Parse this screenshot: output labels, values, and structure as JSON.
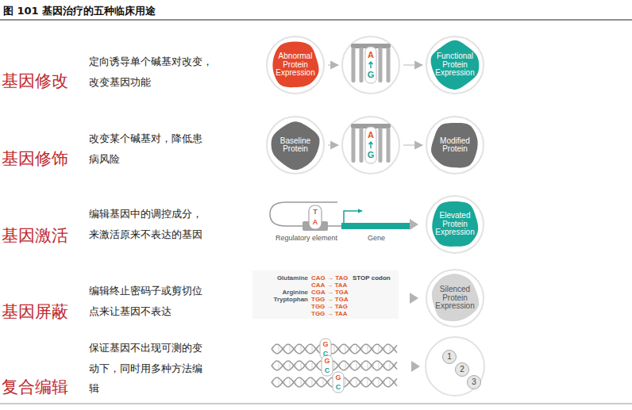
{
  "diagram": {
    "title": "图 101 基因治疗的五种临床用途",
    "nodes": [
      {
        "text": [
          "Abnormal Protein Expression"
        ]
      },
      {
        "text": [
          "A",
          "G"
        ]
      },
      {
        "text": [
          "Functional Protein Expression"
        ]
      },
      {
        "text": [
          "Baseline Protein"
        ]
      },
      {
        "text": [
          "A",
          "G"
        ]
      },
      {
        "text": [
          "Modified Protein"
        ]
      },
      {
        "text": [
          "Elevated Protein Expression"
        ]
      },
      {
        "text": [
          "Silenced Protein Expression"
        ]
      },
      {
        "text": [
          "1"
        ]
      },
      {
        "text": [
          "2"
        ]
      },
      {
        "text": [
          "3"
        ]
      }
    ],
    "edges": [
      {
        "from": 0,
        "to": 1,
        "arrow": "to"
      },
      {
        "from": 1,
        "to": 2,
        "arrow": "to"
      },
      {
        "from": 3,
        "to": 4,
        "arrow": "to"
      },
      {
        "from": 4,
        "to": 5,
        "arrow": "to"
      }
    ],
    "labels": [
      "基因修改",
      "定向诱导单个碱基对改变， 改变基因功能",
      "基因修饰",
      "改变某个碱基对，降低患 病风险",
      "基因激活",
      "编辑基因中的调控成分， 来激活原来不表达的基因",
      "T",
      "A",
      "Regulatory element",
      "Gene",
      "基因屏蔽",
      "编辑终止密码子或剪切位 点来让基因不表达",
      "Glutamine",
      "CAG → TAG",
      "STOP codon",
      "CAA → TAA",
      "Arginine",
      "CGA → TGA",
      "Tryptophan",
      "TGG → TGA",
      "TGG → TAG",
      "TGG → TAA",
      "复合编辑",
      "保证基因不出现可测的变 动下，同时用多种方法编 辑",
      "G",
      "C",
      "G",
      "C",
      "G",
      "C"
    ]
  }
}
